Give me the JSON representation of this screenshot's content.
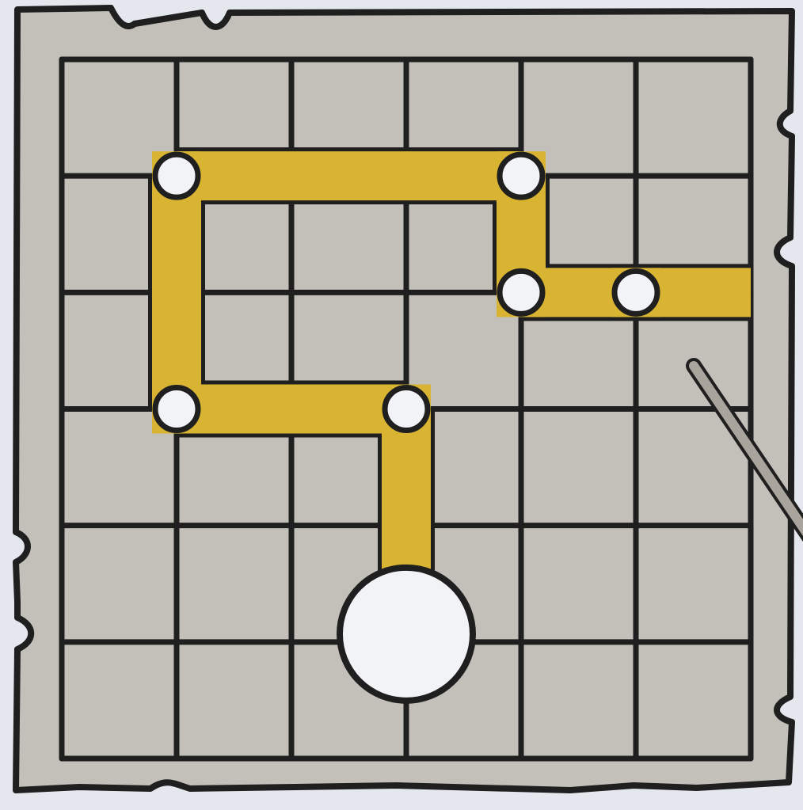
{
  "puzzle": {
    "grid": {
      "columns": 6,
      "rows": 6
    },
    "path": [
      [
        1,
        1
      ],
      [
        4,
        1
      ],
      [
        4,
        2
      ],
      [
        6,
        2
      ],
      [
        6,
        2
      ],
      [
        4,
        2
      ],
      [
        4,
        1
      ],
      [
        1,
        1
      ],
      [
        1,
        3
      ],
      [
        3,
        3
      ],
      [
        3,
        4.6
      ]
    ],
    "route_segments": [
      {
        "from": [
          1,
          1
        ],
        "to": [
          4,
          1
        ]
      },
      {
        "from": [
          4,
          1
        ],
        "to": [
          4,
          2
        ]
      },
      {
        "from": [
          4,
          2
        ],
        "to": [
          6,
          2
        ]
      },
      {
        "from": [
          1,
          1
        ],
        "to": [
          1,
          3
        ]
      },
      {
        "from": [
          1,
          3
        ],
        "to": [
          3,
          3
        ]
      },
      {
        "from": [
          3,
          3
        ],
        "to": [
          3,
          4.6
        ]
      }
    ],
    "nodes": [
      {
        "at": [
          1,
          1
        ]
      },
      {
        "at": [
          4,
          1
        ]
      },
      {
        "at": [
          4,
          2
        ]
      },
      {
        "at": [
          5,
          2
        ]
      },
      {
        "at": [
          1,
          3
        ]
      },
      {
        "at": [
          3,
          3
        ]
      }
    ],
    "start_marker": {
      "at": [
        3,
        5
      ]
    }
  },
  "colors": {
    "board": "#c3c0b9",
    "line": "#1f1f1f",
    "route": "#d9b432",
    "node": "#f1f3f7",
    "stick": "#a9a49c",
    "background": "#e4e7ee"
  },
  "icons": {
    "stick": "pointer-stick-icon"
  }
}
